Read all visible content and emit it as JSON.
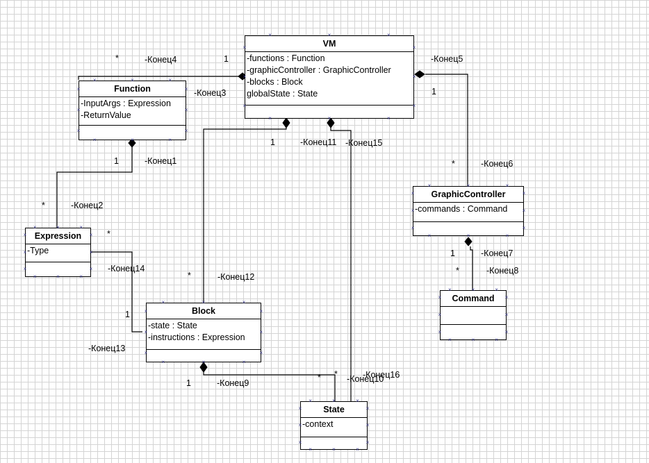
{
  "classes": {
    "vm": {
      "name": "VM",
      "attributes": [
        "-functions : Function",
        "-graphicController : GraphicController",
        "-blocks : Block",
        "globalState : State"
      ]
    },
    "function": {
      "name": "Function",
      "attributes": [
        "-InputArgs : Expression",
        "-ReturnValue"
      ]
    },
    "expression": {
      "name": "Expression",
      "attributes": [
        "-Type"
      ]
    },
    "block": {
      "name": "Block",
      "attributes": [
        "-state : State",
        "-instructions : Expression"
      ]
    },
    "state": {
      "name": "State",
      "attributes": [
        "-context"
      ]
    },
    "graphic_controller": {
      "name": "GraphicController",
      "attributes": [
        "-commands : Command"
      ]
    },
    "command": {
      "name": "Command",
      "attributes": []
    }
  },
  "labels": {
    "konets1": "-Конец1",
    "konets2": "-Конец2",
    "konets3": "-Конец3",
    "konets4": "-Конец4",
    "konets5": "-Конец5",
    "konets6": "-Конец6",
    "konets7": "-Конец7",
    "konets8": "-Конец8",
    "konets9": "-Конец9",
    "konets10": "-Конец10",
    "konets11": "-Конец11",
    "konets12": "-Конец12",
    "konets13": "-Конец13",
    "konets14": "-Конец14",
    "konets15": "-Конец15",
    "konets16": "-Конец16"
  },
  "multiplicities": {
    "m_func_top": "*",
    "m_vm_left": "1",
    "m_vm_right": "1",
    "m_func_bottom": "1",
    "m_expr_top": "*",
    "m_expr_right": "*",
    "m_block_left": "1",
    "m_vm_bottom": "1",
    "m_block_top": "*",
    "m_gc_top": "*",
    "m_gc_bottom": "1",
    "m_cmd_top": "*",
    "m_block_bottom": "1",
    "m_state_top1": "*",
    "m_state_top2": "*"
  }
}
